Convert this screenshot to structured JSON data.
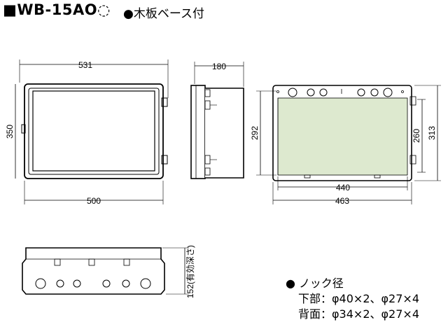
{
  "header": {
    "model": "■WB-15AO◌",
    "option": "●木板ベース付"
  },
  "front_view": {
    "width_top": "531",
    "width_bottom": "500",
    "height": "350"
  },
  "side_view": {
    "depth": "180"
  },
  "back_view": {
    "inner_width": "440",
    "outer_width": "463",
    "left_height": "292",
    "inner_height": "260",
    "outer_height": "313"
  },
  "bottom_view": {
    "depth_label": "152(有効深さ)"
  },
  "knockout": {
    "title": "● ノック径",
    "lower": "下部：φ40×2、φ27×4",
    "back": "背面：φ34×2、φ27×4"
  },
  "colors": {
    "panel": "#dde9cf",
    "line": "#000000"
  }
}
